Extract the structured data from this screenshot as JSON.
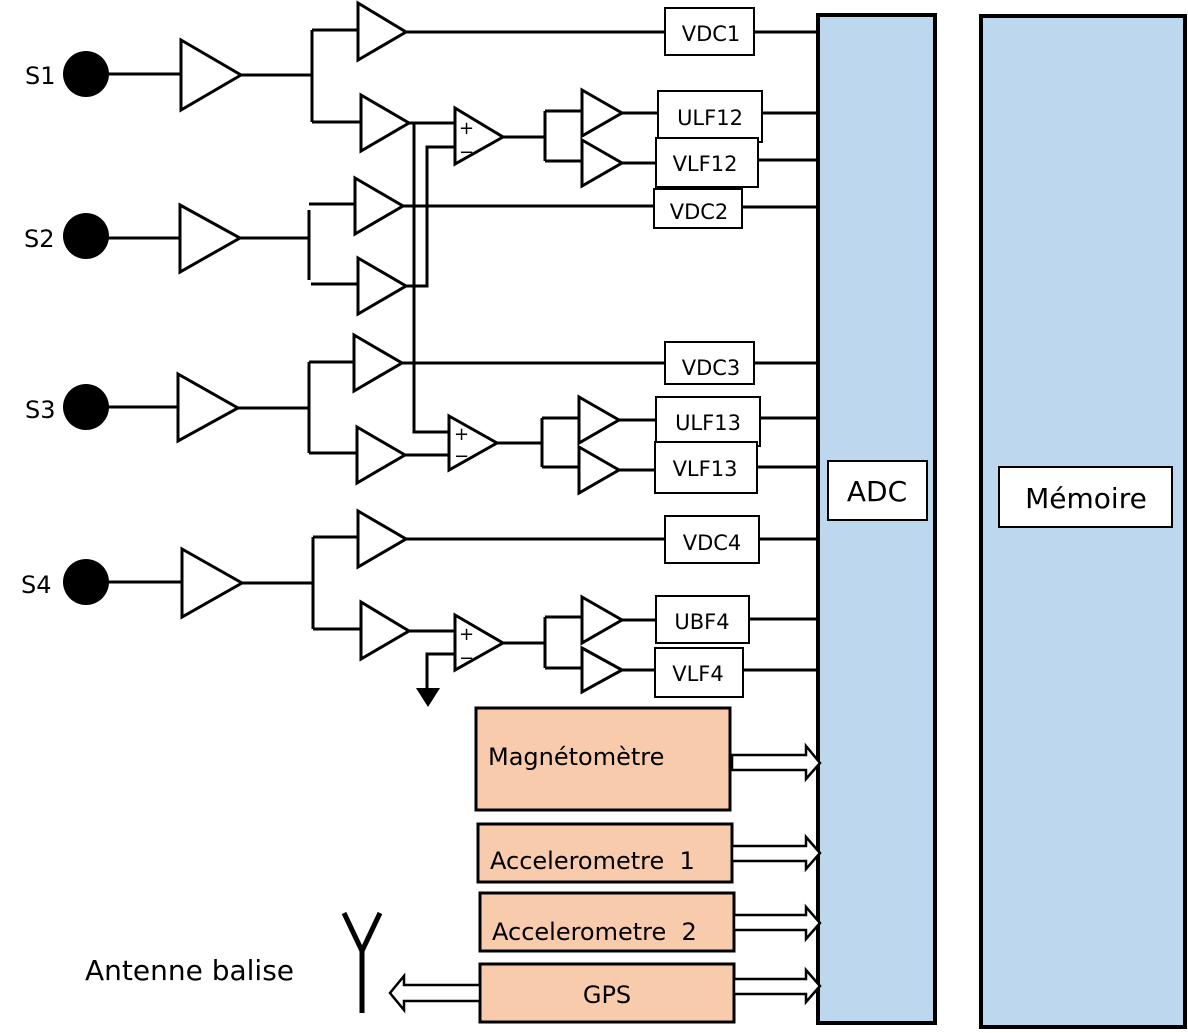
{
  "sensors": [
    {
      "label": "S1"
    },
    {
      "label": "S2"
    },
    {
      "label": "S3"
    },
    {
      "label": "S4"
    }
  ],
  "filters": {
    "vdc1": "VDC1",
    "ulf12": "ULF12",
    "vlf12": "VLF12",
    "vdc2": "VDC2",
    "vdc3": "VDC3",
    "ulf13": "ULF13",
    "vlf13": "VLF13",
    "vdc4": "VDC4",
    "ubf4": "UBF4",
    "vlf4": "VLF4"
  },
  "diff_amp": {
    "plus": "+",
    "minus": "−"
  },
  "blocks": {
    "adc": "ADC",
    "memory": "Mémoire",
    "magnetometer": "Magnétomètre",
    "accelerometer1": "Accelerometre  1",
    "accelerometer2": "Accelerometre  2",
    "gps": "GPS",
    "antenna": "Antenne balise"
  },
  "colors": {
    "blue_block": "#bdd7ee",
    "peach_block": "#f8cbad"
  }
}
